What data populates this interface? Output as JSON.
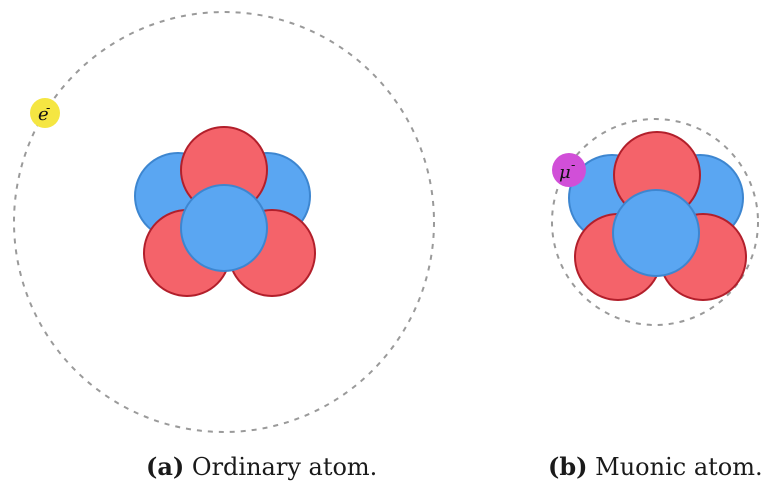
{
  "panels": [
    {
      "caption_tag": "(a)",
      "caption_text": "Ordinary atom.",
      "orbiting_particle": {
        "symbol": "e",
        "charge": "-",
        "color": "#f5e642"
      },
      "nucleus": {
        "protons": 3,
        "neutrons": 3
      }
    },
    {
      "caption_tag": "(b)",
      "caption_text": "Muonic atom.",
      "orbiting_particle": {
        "symbol": "μ",
        "charge": "-",
        "color": "#d14fd8"
      },
      "nucleus": {
        "protons": 3,
        "neutrons": 3
      }
    }
  ],
  "colors": {
    "proton_fill": "#f4636a",
    "proton_stroke": "#b21f2b",
    "neutron_fill": "#5aa6f2",
    "neutron_stroke": "#3d86d0",
    "orbit_stroke": "#9a9a9a"
  }
}
